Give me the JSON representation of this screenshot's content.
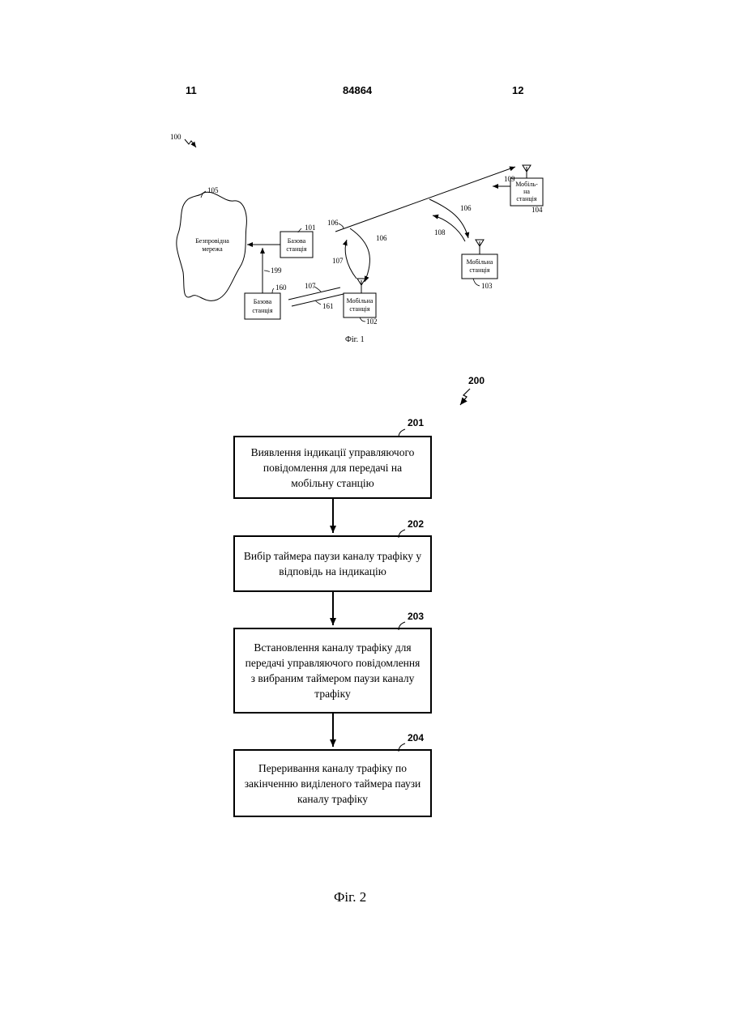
{
  "header": {
    "left_page": "11",
    "center_number": "84864",
    "right_page": "12"
  },
  "fig1": {
    "ref_main": "100",
    "network": {
      "ref": "105",
      "label_line1": "Безпровідна",
      "label_line2": "мережа"
    },
    "base_station_101": {
      "ref": "101",
      "line1": "Базова",
      "line2": "станція"
    },
    "base_station_160": {
      "ref": "160",
      "line1": "Базова",
      "line2": "станція"
    },
    "mobile_102": {
      "ref": "102",
      "line1": "Мобільна",
      "line2": "станція"
    },
    "mobile_103": {
      "ref": "103",
      "line1": "Мобільна",
      "line2": "станція"
    },
    "mobile_104": {
      "ref": "104",
      "line1": "Мобіль-",
      "line2": "на",
      "line3": "станція"
    },
    "refs": {
      "r199": "199",
      "r161": "161",
      "r107a": "107",
      "r107b": "107",
      "r106a": "106",
      "r106b": "106",
      "r106c": "106",
      "r108": "108",
      "r109": "109"
    },
    "caption": "Фіг. 1"
  },
  "fig2": {
    "ref_main": "200",
    "steps": [
      {
        "ref": "201",
        "text": "Виявлення індикації управляючого повідомлення для передачі на мобільну станцію"
      },
      {
        "ref": "202",
        "text": "Вибір таймера паузи каналу трафіку у відповідь на індикацію"
      },
      {
        "ref": "203",
        "text": "Встановлення каналу трафіку для передачі управляючого повідомлення з вибраним таймером паузи каналу трафіку"
      },
      {
        "ref": "204",
        "text": "Переривання каналу трафіку по закінченню виділеного таймера паузи каналу трафіку"
      }
    ],
    "caption": "Фіг. 2"
  }
}
